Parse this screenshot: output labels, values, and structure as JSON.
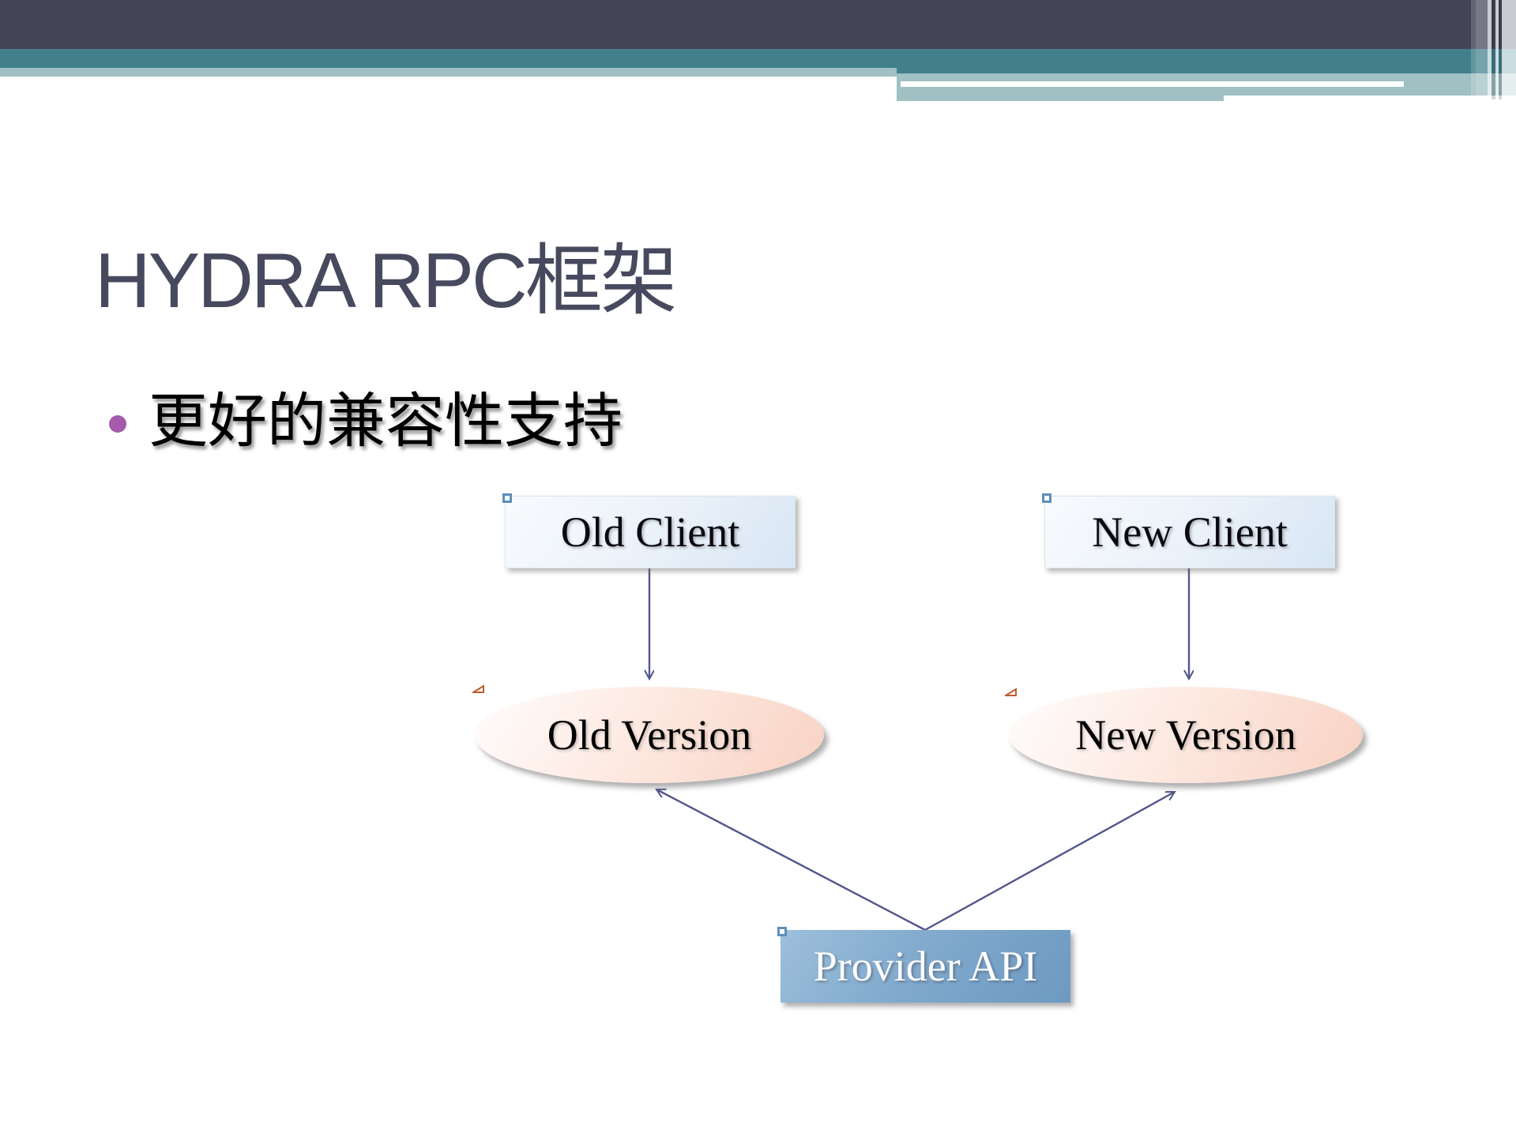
{
  "slide": {
    "title": "HYDRA RPC框架",
    "bullet": "更好的兼容性支持"
  },
  "diagram": {
    "nodes": {
      "old_client": {
        "label": "Old Client",
        "shape": "rectangle"
      },
      "new_client": {
        "label": "New Client",
        "shape": "rectangle"
      },
      "old_version": {
        "label": "Old Version",
        "shape": "ellipse"
      },
      "new_version": {
        "label": "New Version",
        "shape": "ellipse"
      },
      "provider_api": {
        "label": "Provider API",
        "shape": "rectangle"
      }
    },
    "edges": [
      {
        "from": "old_client",
        "to": "old_version"
      },
      {
        "from": "new_client",
        "to": "new_version"
      },
      {
        "from": "provider_api",
        "to": "old_version"
      },
      {
        "from": "provider_api",
        "to": "new_version"
      }
    ]
  },
  "theme": {
    "band_dark": "#434456",
    "band_teal": "#41808B",
    "band_light_teal": "#A0C0C3",
    "title_color": "#474A5E",
    "bullet_color": "#A55AAB",
    "client_box_fill": "#E3EDF7",
    "version_ellipse_fill": "#F8D2C3",
    "provider_box_fill": "#7FA8CC",
    "arrow_color": "#53568B",
    "handle_square_border": "#5D8FBA",
    "triangle_marker_color": "#C05A2E"
  }
}
